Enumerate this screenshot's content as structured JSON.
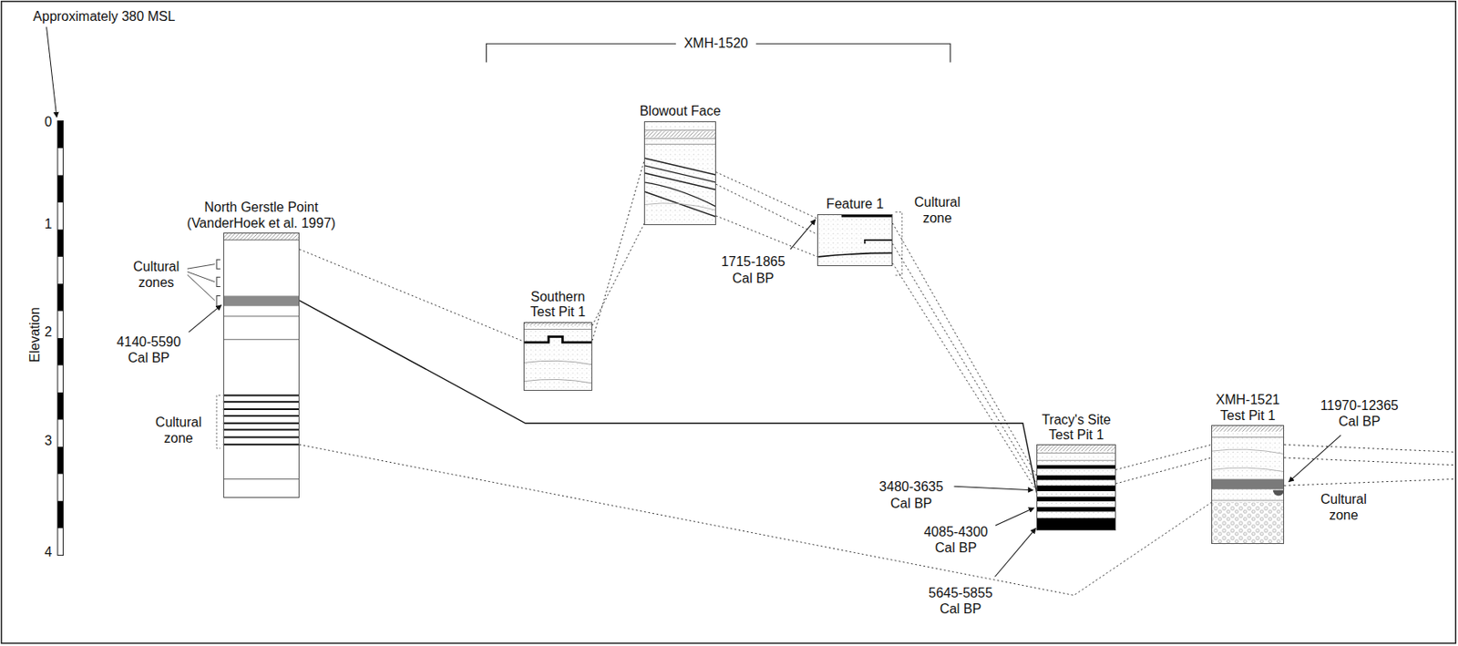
{
  "diagram": {
    "nodes": [
      {
        "text": [
          "North Gerstle Point",
          "(VanderHoek et al. 1997)"
        ]
      },
      {
        "text": [
          "Southern Test Pit 1"
        ]
      },
      {
        "text": [
          "Blowout Face"
        ]
      },
      {
        "text": [
          "Feature 1"
        ]
      },
      {
        "text": [
          "Tracy's Site Test Pit 1"
        ]
      },
      {
        "text": [
          "XMH-1521 Test Pit 1"
        ]
      }
    ],
    "edges": [
      {
        "from": 0,
        "to": 1,
        "arrow": "none"
      },
      {
        "from": 0,
        "to": 4,
        "arrow": "none"
      },
      {
        "from": 0,
        "to": 5,
        "arrow": "none"
      },
      {
        "from": 1,
        "to": 2,
        "arrow": "none"
      },
      {
        "from": 1,
        "to": 2,
        "arrow": "none"
      },
      {
        "from": 2,
        "to": 3,
        "arrow": "none"
      },
      {
        "from": 2,
        "to": 3,
        "arrow": "none"
      },
      {
        "from": 2,
        "to": 3,
        "arrow": "none"
      },
      {
        "from": 3,
        "to": 4,
        "arrow": "none"
      },
      {
        "from": 3,
        "to": 4,
        "arrow": "none"
      },
      {
        "from": 3,
        "to": 4,
        "arrow": "none"
      },
      {
        "from": 4,
        "to": 5,
        "arrow": "none"
      },
      {
        "from": 4,
        "to": 5,
        "arrow": "none"
      }
    ],
    "labels": [
      "Approximately 380 MSL",
      "0",
      "1",
      "2",
      "3",
      "4",
      "Elevation",
      "XMH-1520",
      "Cultural zones",
      "4140-5590 Cal BP",
      "Cultural zone",
      "1715-1865 Cal BP",
      "Cultural zone",
      "3480-3635 Cal BP",
      "4085-4300 Cal BP",
      "5645-5855 Cal BP",
      "11970-12365 Cal BP",
      "Cultural zone"
    ]
  }
}
